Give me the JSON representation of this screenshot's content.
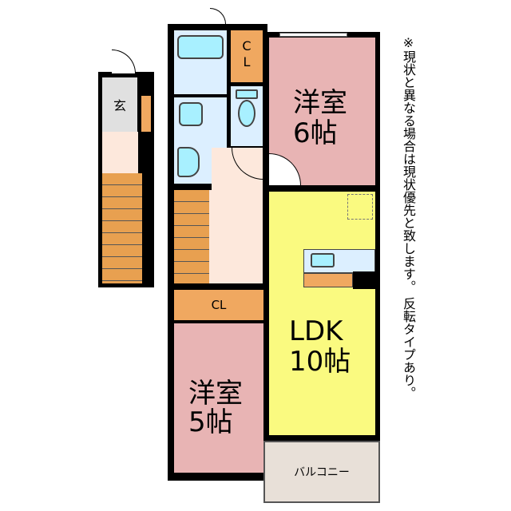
{
  "rooms": {
    "entrance": "玄",
    "closet_top": "C\nL",
    "closet_top_c": "C",
    "closet_top_l": "L",
    "western_6": {
      "name": "洋室",
      "size": "6帖"
    },
    "ldk": {
      "name": "LDK",
      "size": "10帖"
    },
    "closet_mid": "CL",
    "western_5": {
      "name": "洋室",
      "size": "5帖"
    },
    "balcony": "バルコニー"
  },
  "note": "※現状と異なる場合は現状優先と致します。 反転タイプあり。",
  "colors": {
    "western": "#e8b4b4",
    "ldk": "#fafa80",
    "wet": "#dcefff",
    "fixture": "#a8f0ff",
    "closet": "#f0a860",
    "hall": "#fde8dc",
    "balcony": "#e8e0d8"
  }
}
